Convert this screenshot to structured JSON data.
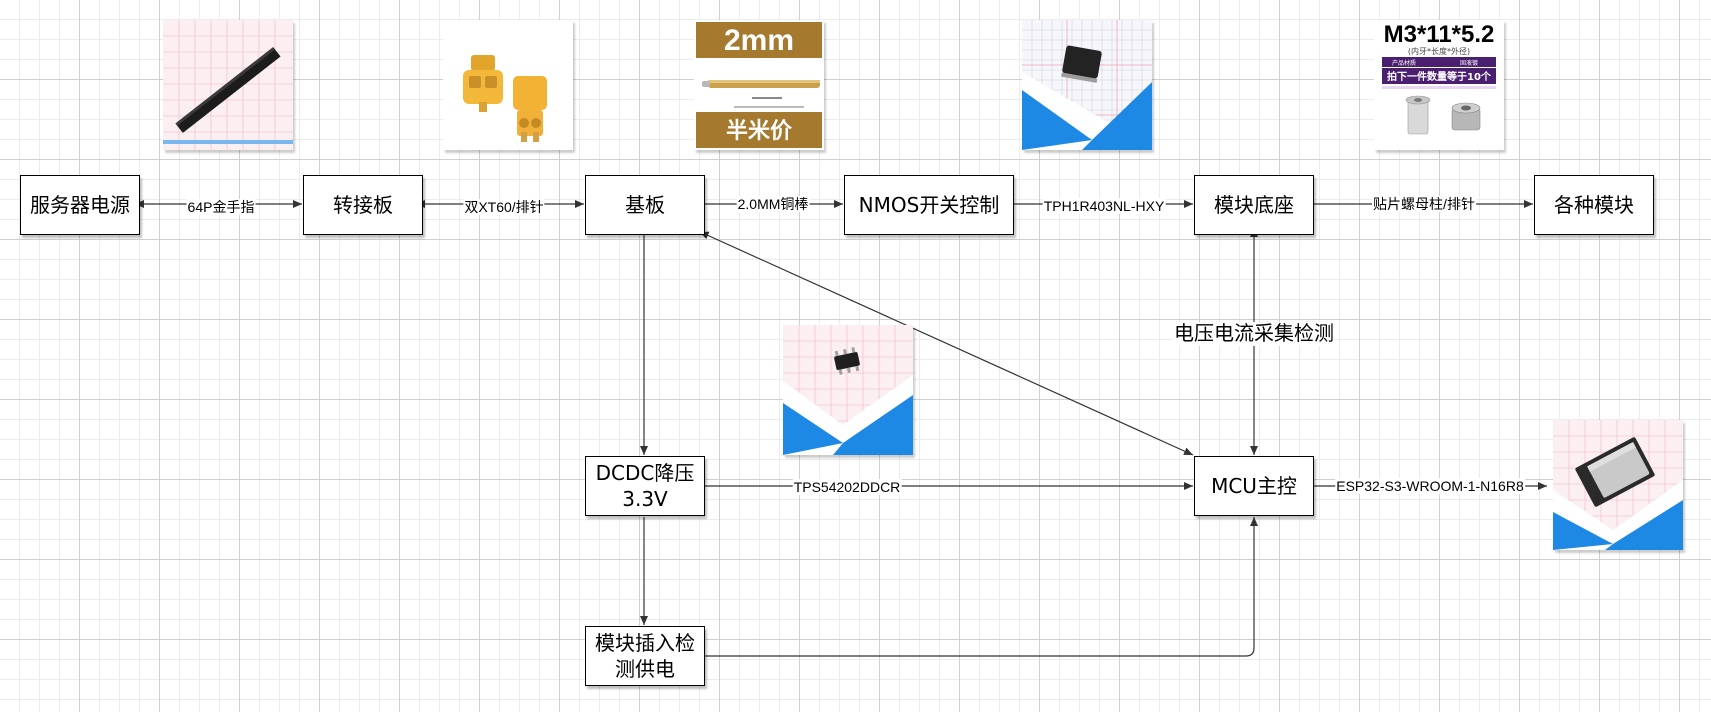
{
  "nodes": {
    "server_power": "服务器电源",
    "adapter_board": "转接板",
    "base_board": "基板",
    "nmos": "NMOS开关控制",
    "module_socket": "模块底座",
    "modules": "各种模块",
    "dcdc": "DCDC降压\n3.3V",
    "mcu": "MCU主控",
    "insert_detect": "模块插入检\n测供电"
  },
  "edges": {
    "gold_finger": "64P金手指",
    "xt60": "双XT60/排针",
    "copper_rod": "2.0MM铜棒",
    "mosfet_part": "TPH1R403NL-HXY",
    "standoff": "贴片螺母柱/排针",
    "vi_sense": "电压电流采集检测",
    "dcdc_part": "TPS54202DDCR",
    "mcu_part": "ESP32-S3-WROOM-1-N16R8"
  },
  "images": {
    "copper_rod_top": "2mm",
    "copper_rod_bottom": "半米价",
    "screw_title": "M3*11*5.2",
    "screw_subtitle": "(内牙*长度*外径)",
    "screw_header_left": "产品材质",
    "screw_header_right": "固液镀",
    "screw_promo": "拍下一件数量等于10个"
  },
  "colors": {
    "line": "#333333",
    "node_border": "#000000",
    "rod_brown": "#a57a2e",
    "screw_purple": "#4b1f6f",
    "pcb_blue": "#1e88e5"
  }
}
